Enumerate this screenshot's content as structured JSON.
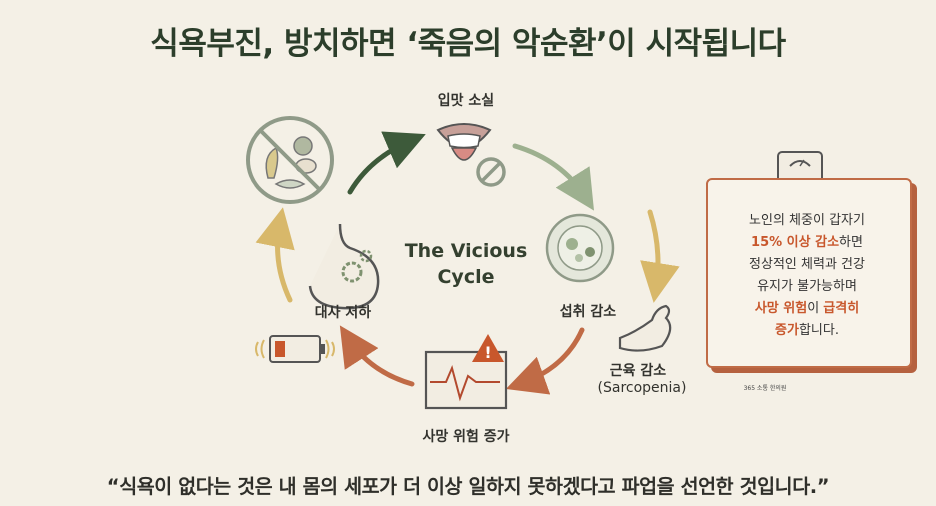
{
  "title": "식욕부진, 방치하면 ‘죽음의 악순환’이 시작됩니다",
  "cycle": {
    "center_line1": "The Vicious",
    "center_line2": "Cycle",
    "nodes": [
      {
        "label": "입맛 소실"
      },
      {
        "label": "섭취 감소"
      },
      {
        "label": "근육 감소"
      },
      {
        "label": "사망 위험 증가"
      },
      {
        "label": "대사 저하"
      }
    ],
    "sarcopenia_label": "(Sarcopenia)"
  },
  "callout": {
    "line1": "노인의 체중이 갑자기",
    "line2_highlight": "15% 이상 감소",
    "line2_rest": "하면",
    "line3": "정상적인 체력과 건강",
    "line4": "유지가 불가능하며",
    "line5_highlight_a": "사망 위험",
    "line5_mid": "이 ",
    "line5_highlight_b": "급격히",
    "line6_highlight": "증가",
    "line6_rest": "합니다."
  },
  "brand": "365 소통 한의원",
  "quote": "“식욕이 없다는 것은 내 몸의 세포가 더 이상 일하지 못하겠다고 파업을 선언한 것입니다.”",
  "colors": {
    "title": "#2c3e2b",
    "arrow_dark": "#3d5a3a",
    "arrow_sage": "#9db08f",
    "arrow_gold": "#d8b86a",
    "arrow_rust": "#c06b46",
    "accent_red": "#c8572c"
  }
}
